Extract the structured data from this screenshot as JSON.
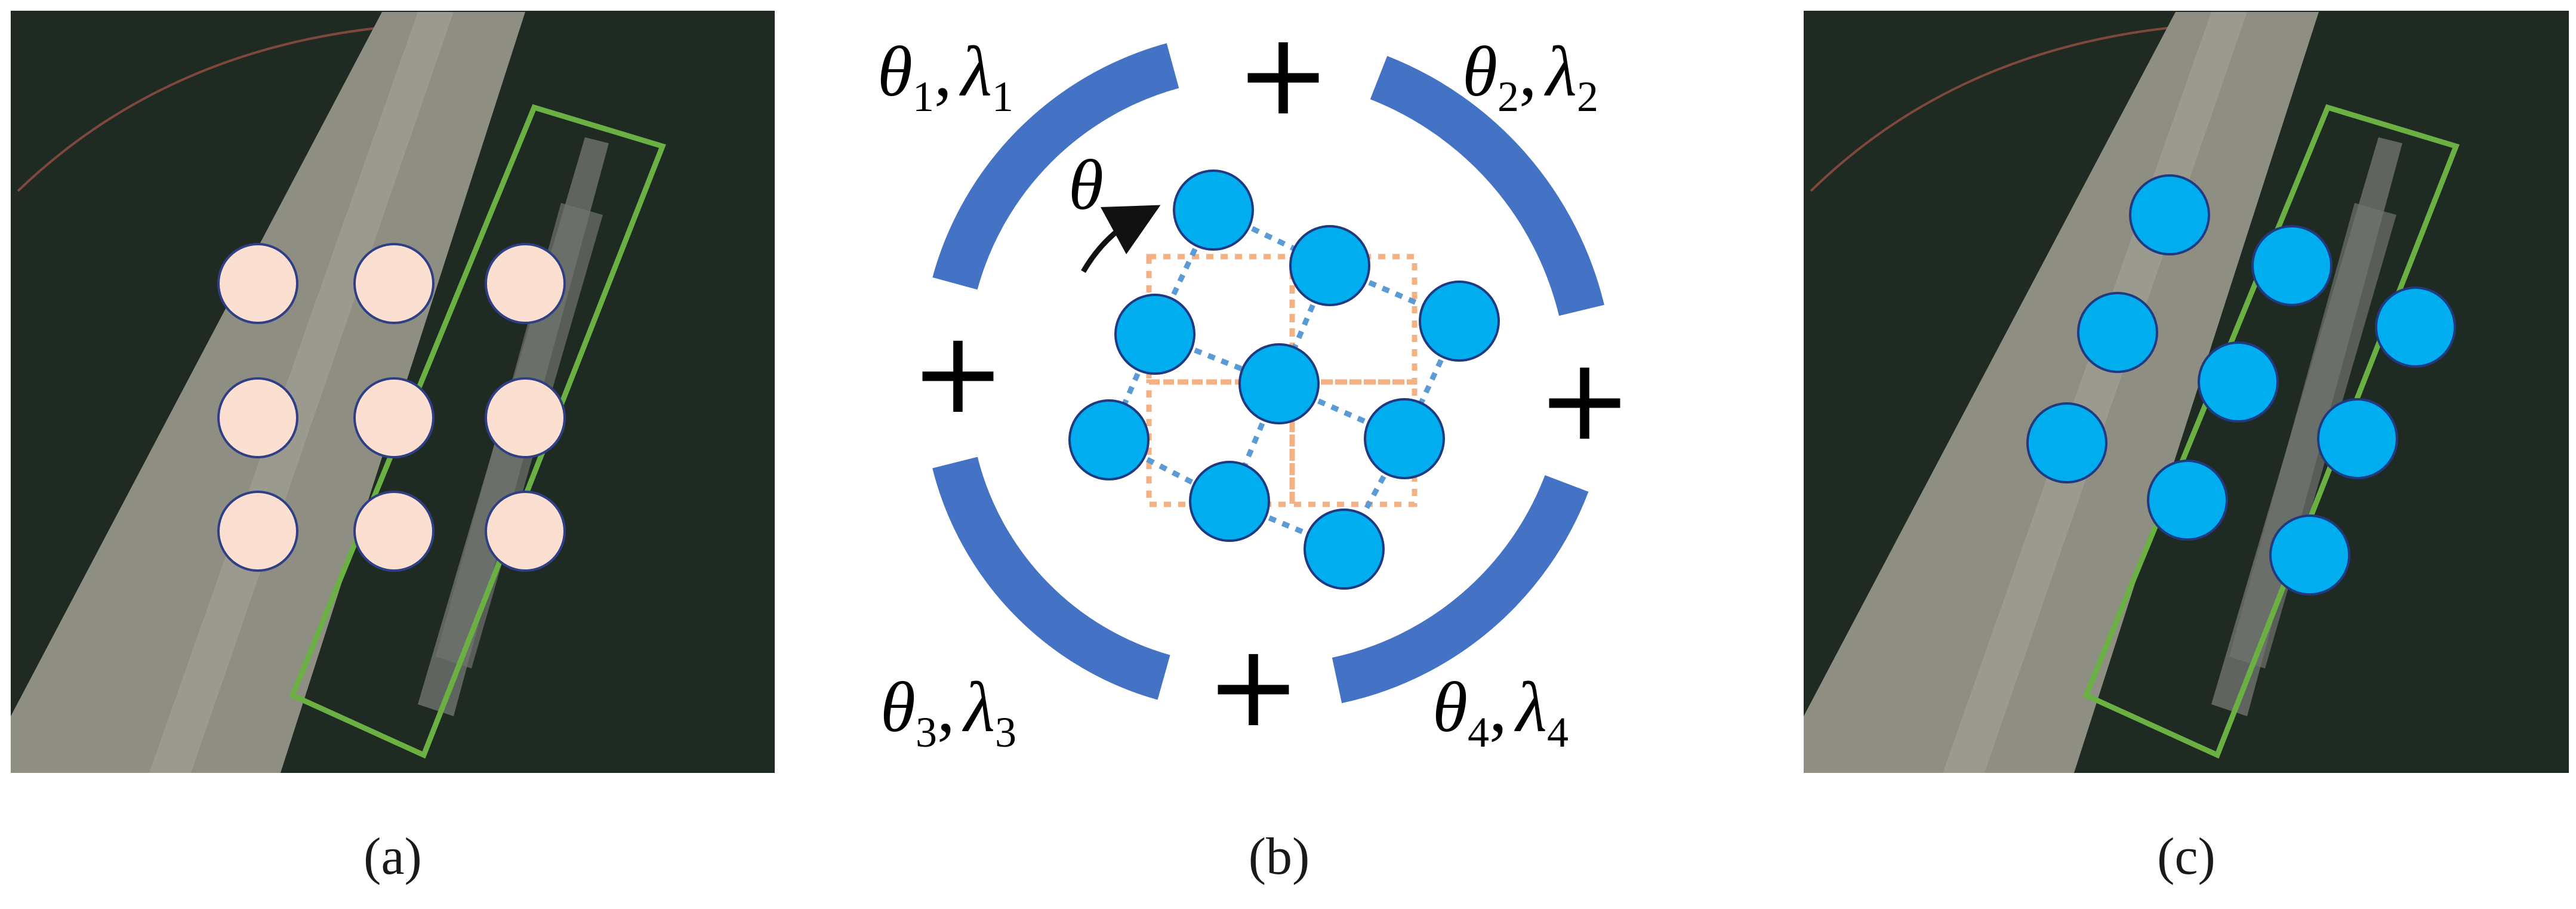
{
  "captions": {
    "a": "(a)",
    "b": "(b)",
    "c": "(c)"
  },
  "panel_b": {
    "rotation_symbol": "θ",
    "arc_labels": [
      {
        "theta": "θ",
        "lambda": "λ",
        "index": "1"
      },
      {
        "theta": "θ",
        "lambda": "λ",
        "index": "2"
      },
      {
        "theta": "θ",
        "lambda": "λ",
        "index": "3"
      },
      {
        "theta": "θ",
        "lambda": "λ",
        "index": "4"
      }
    ],
    "separator": ",",
    "plus_sign": "+"
  },
  "colors": {
    "water": "#1f2a22",
    "pier": "#8e8e82",
    "ship": "#5f6460",
    "ship_box": "#6bb043",
    "pale_circle_fill": "#fbe0d2",
    "pale_circle_stroke": "#2f3f86",
    "blue_circle_fill": "#00aeef",
    "blue_circle_stroke": "#1f3a80",
    "arc": "#4472c4",
    "dotted_blue": "#5b9bd5",
    "dotted_orange": "#f4b183"
  }
}
